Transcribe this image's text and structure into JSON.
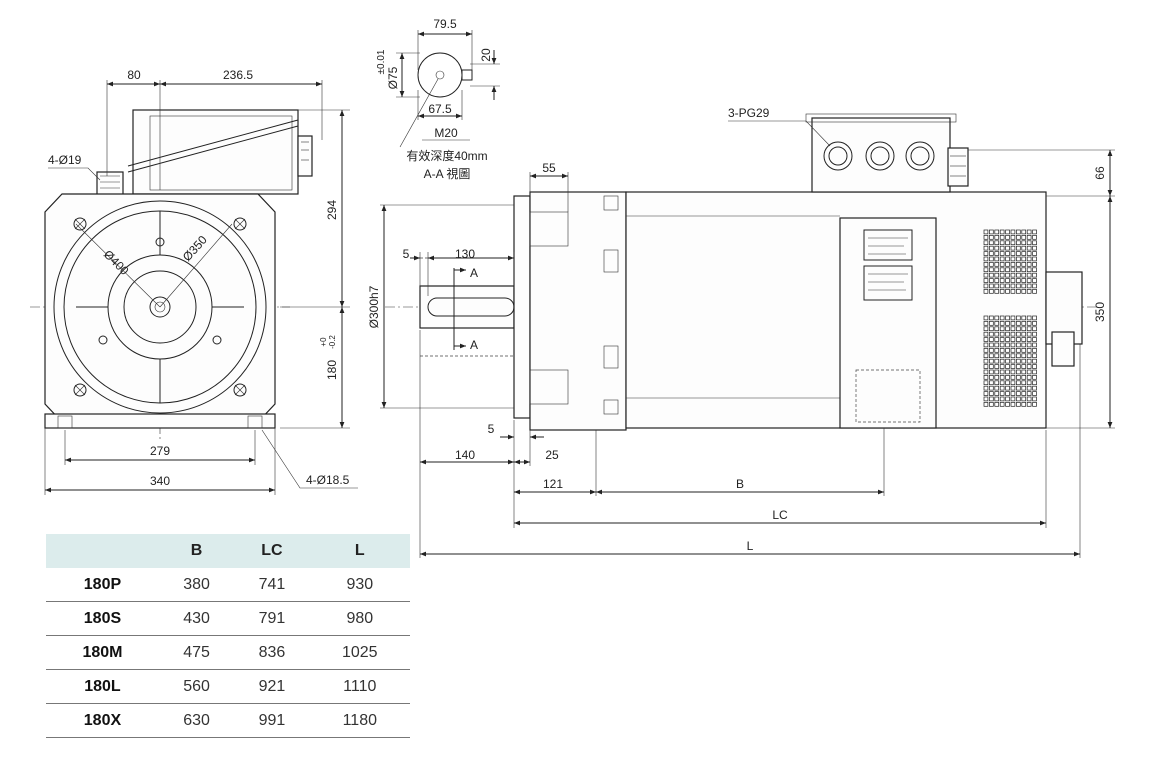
{
  "front_view": {
    "dims": {
      "top_offset": "80",
      "top_width": "236.5",
      "height_box": "294",
      "shaft_height": "180",
      "shaft_tol_plus": "+0",
      "shaft_tol_minus": "-0.2",
      "hole_pitch": "279",
      "overall_width": "340"
    },
    "labels": {
      "gland_holes": "4-Ø19",
      "pcd_outer": "Ø400",
      "pcd_inner": "Ø350",
      "mount_holes": "4-Ø18.5"
    }
  },
  "section_view": {
    "dims": {
      "width": "79.5",
      "keyway": "20",
      "depth": "67.5",
      "shaft_dia": "Ø75",
      "shaft_tol": "±0.01",
      "thread": "M20"
    },
    "notes": {
      "thread_depth": "有效深度40mm",
      "view_title": "A-A 視圖"
    }
  },
  "side_view": {
    "dims": {
      "flange": "55",
      "key_offset": "5",
      "key_length": "130",
      "spigot": "Ø300h7",
      "terminal_box_height": "66",
      "body_height": "350",
      "flange_gap": "5",
      "shaft_ext": "140",
      "flange_thk": "25",
      "to_foot": "121",
      "b": "B",
      "lc": "LC",
      "l": "L"
    },
    "labels": {
      "gland_ports": "3-PG29",
      "section_mark_top": "A",
      "section_mark_bottom": "A"
    }
  },
  "table": {
    "headers": [
      "",
      "B",
      "LC",
      "L"
    ],
    "rows": [
      [
        "180P",
        "380",
        "741",
        "930"
      ],
      [
        "180S",
        "430",
        "791",
        "980"
      ],
      [
        "180M",
        "475",
        "836",
        "1025"
      ],
      [
        "180L",
        "560",
        "921",
        "1110"
      ],
      [
        "180X",
        "630",
        "991",
        "1180"
      ]
    ]
  }
}
